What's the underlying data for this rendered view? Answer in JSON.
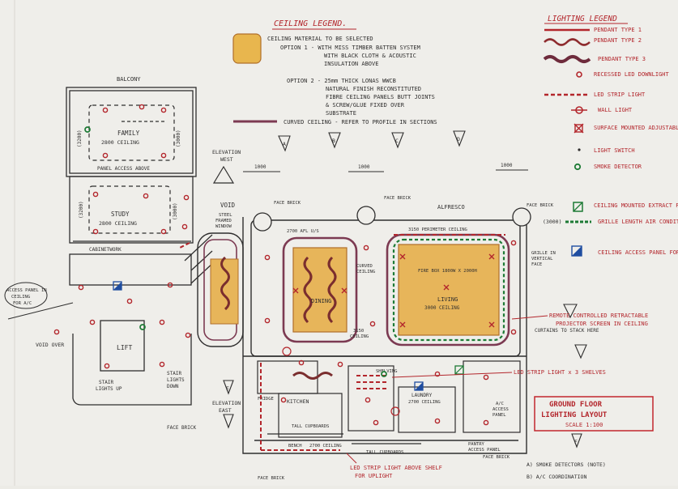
{
  "ceiling_legend": {
    "heading": "CEILING LEGEND.",
    "material_note": "CEILING MATERIAL TO BE SELECTED",
    "option1": [
      "OPTION 1 - WITH MISS TIMBER BATTEN SYSTEM",
      "WITH BLACK CLOTH & ACOUSTIC",
      "INSULATION ABOVE"
    ],
    "option2": [
      "OPTION 2 - 25mm THICK LONAS WWCB",
      "NATURAL FINISH RECONSTITUTED",
      "FIBRE CEILING PANELS BUTT JOINTS",
      "& SCREW/GLUE FIXED OVER",
      "SUBSTRATE"
    ],
    "curved": "CURVED CEILING - REFER TO PROFILE IN SECTIONS"
  },
  "lighting_legend": {
    "heading": "LIGHTING LEGEND",
    "items": [
      "PENDANT TYPE 1",
      "PENDANT TYPE 2",
      "PENDANT TYPE 3",
      "RECESSED LED DOWNLIGHT",
      "LED STRIP LIGHT",
      "WALL LIGHT",
      "SURFACE MOUNTED ADJUSTABLE",
      "LIGHT SWITCH",
      "SMOKE DETECTOR",
      "CEILING MOUNTED EXTRACT FAN",
      "GRILLE LENGTH AIR CONDITIONING GRILLE",
      "CEILING ACCESS PANEL FOR A/C FAN COIL UNIT"
    ],
    "grille_tag": "(3000)"
  },
  "plan": {
    "balcony": "BALCONY",
    "family": [
      "FAMILY",
      "2800 CEILING"
    ],
    "study": [
      "STUDY",
      "2800 CEILING"
    ],
    "panel_access": "PANEL ACCESS ABOVE",
    "dim_3200": "(3200)",
    "dim_3000": "(3000)",
    "void": "VOID",
    "void_over": "VOID OVER",
    "elevation_west": [
      "ELEVATION",
      "WEST"
    ],
    "elevation_east": [
      "ELEVATION",
      "EAST"
    ],
    "dim_1000": "1000",
    "face_brick": "FACE BRICK",
    "steel_framed_window": [
      "STEEL",
      "FRAMED",
      "WINDOW"
    ],
    "alfresco": "ALFRESCO",
    "ceil_2700": "2700 AFL U/S",
    "ceil_3150": "3150 PERIMETER CEILING",
    "curved_ceiling": [
      "CURVED",
      "CEILING"
    ],
    "dining": "DINING",
    "living": "LIVING",
    "living_ceiling": "3000 CEILING",
    "fire_box": "FIRE BOX 1800W X 2000H",
    "grille_vertical": [
      "GRILLE IN",
      "VERTICAL",
      "FACE"
    ],
    "ceil_3150_small": [
      "3150",
      "CEILING"
    ],
    "cabinetwork": "CABINETWORK",
    "access_panel_note": [
      "ACCESS PANEL IN",
      "CEILING",
      "FOR A/C"
    ],
    "lift": "LIFT",
    "stair_down": [
      "STAIR",
      "LIGHTS",
      "DOWN"
    ],
    "stair_up": [
      "STAIR",
      "LIGHTS UP"
    ],
    "kitchen": "KITCHEN",
    "fridge": "FRIDGE",
    "laundry": "LAUNDRY",
    "laundry_ceiling": "2700 CEILING",
    "tall_cupboards": "TALL CUPBOARDS",
    "tall_cupboards2": "TALL CUPBOARDS",
    "ceiling_2700b": "2700 CEILING",
    "shelving": "SHELVING",
    "access_panel_small": [
      "A/C",
      "ACCESS",
      "PANEL"
    ],
    "curtains": "CURTAINS TO STACK HERE",
    "remote_note": [
      "REMOTE CONTROLLED RETRACTABLE",
      "PROJECTOR SCREEN IN CEILING"
    ],
    "led_shelf": "LED STRIP LIGHT x 3 SHELVES",
    "led_above": [
      "LED STRIP LIGHT ABOVE SHELF",
      "FOR UPLIGHT"
    ],
    "pantry_panel": [
      "PANTRY",
      "ACCESS PANEL"
    ],
    "bench": "BENCH",
    "section_tags": [
      "A",
      "B",
      "C",
      "D",
      "E",
      "F"
    ]
  },
  "title_block": {
    "line1": "GROUND FLOOR",
    "line2": "LIGHTING LAYOUT",
    "scale": "SCALE 1:100"
  },
  "notes": [
    "A) SMOKE DETECTORS (NOTE)",
    "B) A/C COORDINATION"
  ]
}
